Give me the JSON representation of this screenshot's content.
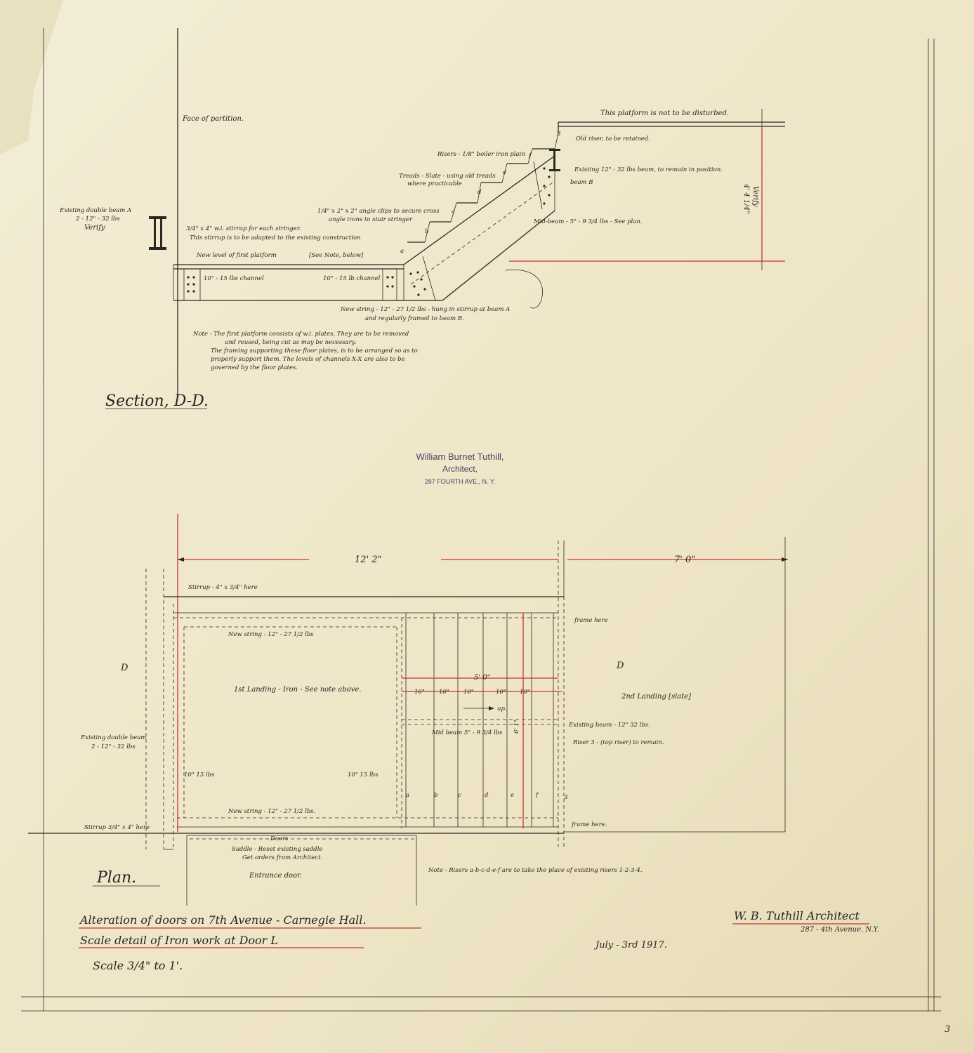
{
  "section": {
    "title": "Section, D-D.",
    "face_of_partition": "Face of partition.",
    "platform_note": "This platform is not to be disturbed.",
    "old_riser": "Old riser, to be retained.",
    "risers": "Risers - 1/8\" boiler iron plain",
    "treads": "Treads - Slate - using old treads",
    "treads2": "where practicable",
    "existing_beam": "Existing 12\" - 32 lbs beam, to remain in position.",
    "beam_b": "beam B",
    "angle_clips": "1/4\" x 2\" x 2\" angle clips to secure cross",
    "angle_clips2": "angle irons to stair stringer",
    "mid_beam": "Mid-beam - 5\" - 9 3/4 lbs - See plan.",
    "existing_double_beam": "Existing double beam A",
    "existing_double_beam2": "2 - 12\" - 32 lbs",
    "verify": "Verify",
    "stirrup": "3/4\" x 4\" w.i. stirrup for each stringer.",
    "stirrup2": "This stirrup is to be adapted to the existing construction",
    "new_level": "New level of first platform",
    "see_note": "[See Note, below]",
    "channel_left": "10\" - 15 lbs channel",
    "channel_right": "10\" - 15 lb channel",
    "new_string": "New string - 12\" - 27 1/2 lbs - hung in stirrup at beam A",
    "new_string2": "and regularly framed to beam B.",
    "height_dim": "4' 4 1/4\"",
    "height_verify": "Verify",
    "note": [
      "Note - The first platform consists of w.i. plates. They are to be removed",
      "and reused, being cut as may be necessary.",
      "The framing supporting these floor plates, is to be arranged so as to",
      "properly support them. The levels of channels X-X are also to be",
      "governed by the floor plates."
    ],
    "riser_letters": [
      "a",
      "b",
      "c",
      "d",
      "e",
      "f",
      "3"
    ]
  },
  "stamp": {
    "line1": "William Burnet Tuthill,",
    "line2": "Architect,",
    "line3": "287 FOURTH AVE., N. Y."
  },
  "plan": {
    "title": "Plan.",
    "dim_12_2": "12' 2\"",
    "dim_7_0": "7' 0\"",
    "dim_5_0": "5' 0\"",
    "sub_dims": [
      "16\"",
      "10\"",
      "10\"",
      "10\"",
      "10\""
    ],
    "up": "up.",
    "dim_6": "6' 1\"",
    "section_mark": "D",
    "stirrup_top": "Stirrup - 4\" x 3/4\" here",
    "new_string_top": "New string - 12\" - 27 1/2 lbs",
    "frame_here_top": "frame here",
    "landing1": "1st Landing - Iron - See note above.",
    "landing2": "2nd Landing [slate]",
    "existing_beam": "Existing beam - 12\" 32 lbs.",
    "riser_remain": "Riser 3 - (top riser) to remain.",
    "mid_beam": "Mid beam 5\" - 9 3/4 lbs",
    "existing_double_beam": "Existing double beam",
    "existing_double_beam2": "2 - 12\" - 32 lbs",
    "ch_left": "10\" 15 lbs",
    "ch_right": "10\" 15 lbs",
    "new_string_bottom": "New string - 12\" - 27 1/2 lbs.",
    "stirrup_bottom": "Stirrup 3/4\" x 4\" here",
    "frame_here_bottom": "frame here.",
    "doors": "Doors",
    "saddle": "Saddle - Reset existing saddle",
    "saddle2": "Get orders from Architect.",
    "entrance": "Entrance door.",
    "riser_letters": [
      "a",
      "b",
      "c",
      "d",
      "e",
      "f",
      "3"
    ],
    "note": "Note - Risers a-b-c-d-e-f are to take the place of existing risers 1-2-3-4."
  },
  "title_block": {
    "line1": "Alteration of doors on 7th Avenue - Carnegie Hall.",
    "line2": "Scale detail of Iron work at Door L",
    "line3": "Scale 3/4\" to 1'.",
    "date": "July - 3rd 1917.",
    "architect": "W. B. Tuthill Architect",
    "address": "287 - 4th Avenue. N.Y.",
    "sheet_no": "3"
  },
  "colors": {
    "paper": "#efe7c9",
    "ink": "#2b2723",
    "red_line": "#c8323a",
    "stamp": "#4b4463"
  }
}
